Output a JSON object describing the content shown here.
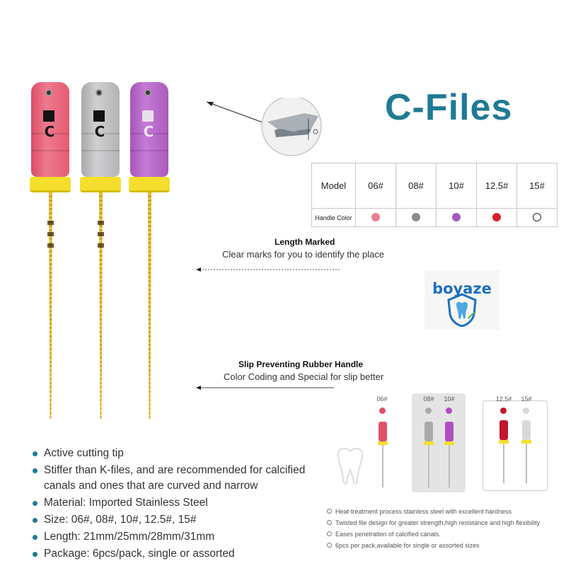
{
  "title": "C-Files",
  "brand": "boyaze",
  "handles": {
    "large": [
      {
        "color": "#e85c73",
        "letter": "C"
      },
      {
        "color": "#b9b9bb",
        "letter": "C"
      },
      {
        "color": "#b463c6",
        "letter": "C"
      }
    ]
  },
  "model_table": {
    "model_label": "Model",
    "handle_color_label": "Handle Color",
    "models": [
      {
        "size": "06#",
        "color": "#e87f93",
        "hollow": false
      },
      {
        "size": "08#",
        "color": "#8a8a8a",
        "hollow": false
      },
      {
        "size": "10#",
        "color": "#a05bbd",
        "hollow": false
      },
      {
        "size": "12.5#",
        "color": "#d8202a",
        "hollow": false
      },
      {
        "size": "15#",
        "color": "#ffffff",
        "hollow": true
      }
    ]
  },
  "annotations": {
    "length": {
      "title": "Length Marked",
      "text": "Clear marks for you to identify the place"
    },
    "handle": {
      "title": "Slip Preventing Rubber Handle",
      "text": "Color Coding and Special for slip better"
    }
  },
  "features": [
    "Active cutting tip",
    "Stiffer than K-files, and are recommended for calcified canals and ones that are curved and narrow",
    "Material: Imported Stainless Steel",
    "Size: 06#, 08#, 10#, 12.5#, 15#",
    "Length: 21mm/25mm/28mm/31mm",
    "Package: 6pcs/pack, single or assorted"
  ],
  "small_files": [
    {
      "size": "06#",
      "color": "#e0506a"
    },
    {
      "size": "08#",
      "color": "#a9a9a9"
    },
    {
      "size": "10#",
      "color": "#b04ec0"
    },
    {
      "size": "12.5#",
      "color": "#c2182a"
    },
    {
      "size": "15#",
      "color": "#d8d8d8"
    }
  ],
  "small_points": [
    "Heat-treatment process stainless steel with excellent hardness",
    "Twisted file design for greater strength,high resistance and high flexibility",
    "Eases penetration of calcified canals.",
    "6pcs per pack,available for single or assorted sizes"
  ]
}
